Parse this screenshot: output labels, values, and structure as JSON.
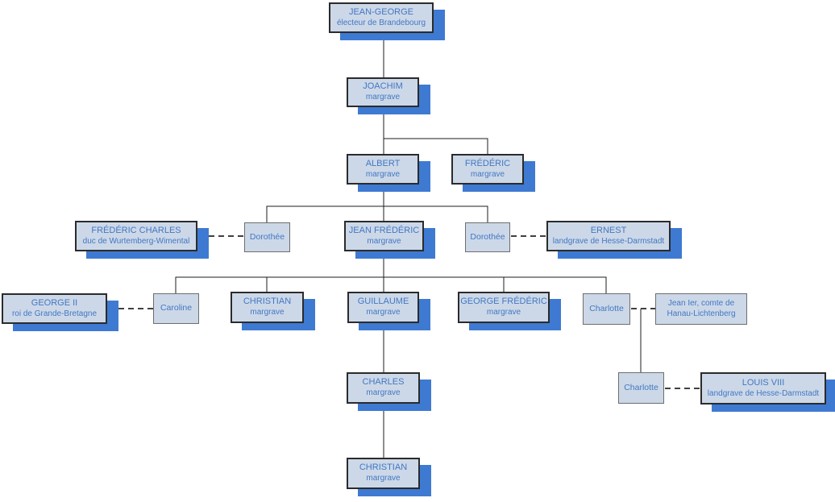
{
  "colors": {
    "background": "#ffffff",
    "box_fill": "#ccd8e8",
    "box_border": "#2b2b2b",
    "minor_box_border": "#6e6e6e",
    "shadow": "#3e7ad2",
    "text": "#4377c2",
    "solid_line": "#1c1c1c",
    "dashed_line": "#404040"
  },
  "nodes": {
    "jean_george": {
      "name": "JEAN-GEORGE",
      "subtitle": "électeur de Brandebourg"
    },
    "joachim": {
      "name": "JOACHIM",
      "subtitle": "margrave"
    },
    "albert": {
      "name": "ALBERT",
      "subtitle": "margrave"
    },
    "frederic": {
      "name": "FRÉDÉRIC",
      "subtitle": "margrave"
    },
    "frederic_charles": {
      "name": "FRÉDÉRIC CHARLES",
      "subtitle": "duc de Wurtemberg-Wimental"
    },
    "dorothee_1": {
      "name": "Dorothée"
    },
    "jean_frederic": {
      "name": "JEAN FRÉDÉRIC",
      "subtitle": "margrave"
    },
    "dorothee_2": {
      "name": "Dorothée"
    },
    "ernest": {
      "name": "ERNEST",
      "subtitle": "landgrave de Hesse-Darmstadt"
    },
    "george_ii": {
      "name": "GEORGE II",
      "subtitle": "roi de Grande-Bretagne"
    },
    "caroline": {
      "name": "Caroline"
    },
    "christian": {
      "name": "CHRISTIAN",
      "subtitle": "margrave"
    },
    "guillaume": {
      "name": "GUILLAUME",
      "subtitle": "margrave"
    },
    "george_frederic": {
      "name": "GEORGE FRÉDÉRIC",
      "subtitle": "margrave"
    },
    "charlotte_1": {
      "name": "Charlotte"
    },
    "jean_ier": {
      "name": "Jean Ier, comte de",
      "subtitle": "Hanau-Lichtenberg"
    },
    "charles": {
      "name": "CHARLES",
      "subtitle": "margrave"
    },
    "charlotte_2": {
      "name": "Charlotte"
    },
    "louis_viii": {
      "name": "LOUIS VIII",
      "subtitle": "landgrave de Hesse-Darmstadt"
    },
    "christian_2": {
      "name": "CHRISTIAN",
      "subtitle": "margrave"
    }
  }
}
